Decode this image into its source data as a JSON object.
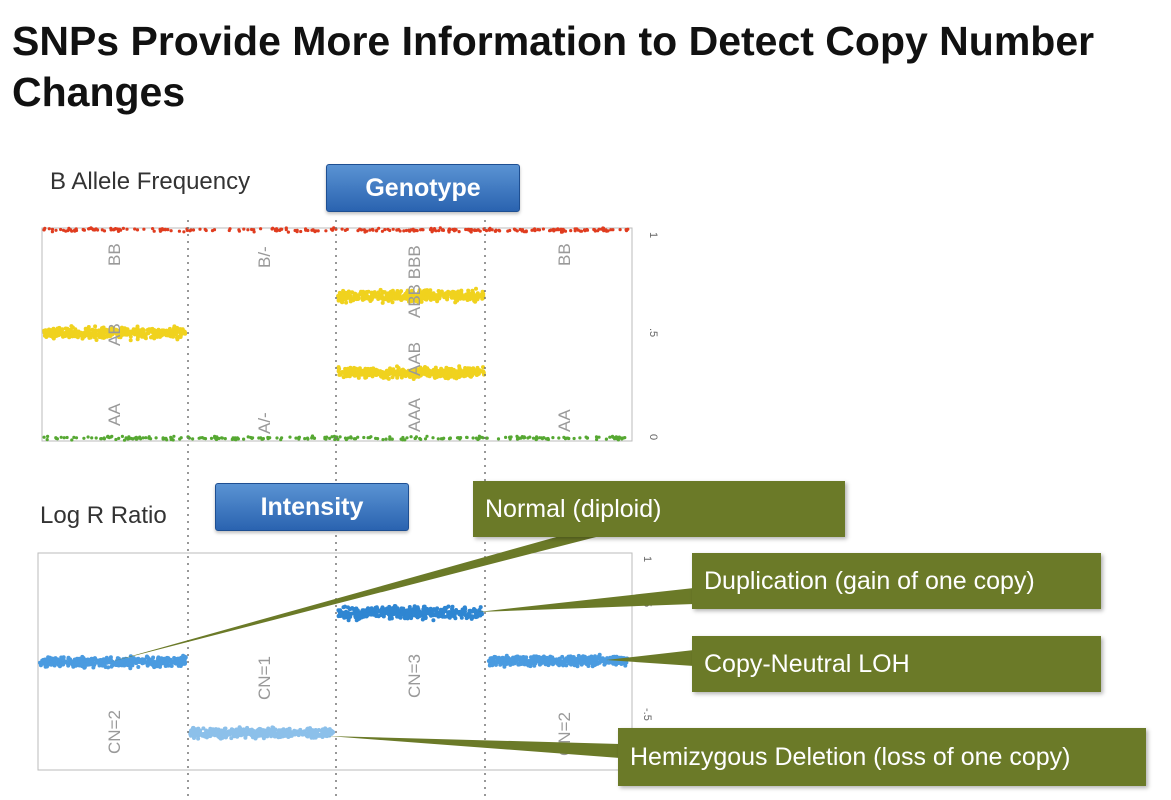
{
  "title": "SNPs Provide More Information to Detect Copy Number Changes",
  "baf_panel": {
    "label": "B Allele Frequency",
    "button": "Genotype",
    "y_ticks": [
      "0",
      ".5",
      "1"
    ],
    "segment_labels": [
      {
        "top": "BB",
        "mid": "AB",
        "bottom": "AA"
      },
      {
        "top": "B/-",
        "mid": "",
        "bottom": "A/-"
      },
      {
        "top": "ABB BBB",
        "mid": "AAB",
        "bottom": "AAA"
      },
      {
        "top": "BB",
        "mid": "",
        "bottom": "AA"
      }
    ],
    "colors": {
      "top": "#e03c1f",
      "het": "#f0d21e",
      "bottom": "#56a832"
    }
  },
  "lrr_panel": {
    "label": "Log R Ratio",
    "button": "Intensity",
    "y_ticks": [
      "1",
      ".5",
      "-.5"
    ],
    "segment_labels": [
      "CN=2",
      "CN=1",
      "CN=3",
      "CN=2"
    ],
    "colors": {
      "normal": "#4a9be0",
      "deletion": "#8cc0ea",
      "duplication": "#2f86d2"
    }
  },
  "callouts": {
    "normal": "Normal (diploid)",
    "duplication": "Duplication (gain of one copy)",
    "cn_loh": "Copy-Neutral LOH",
    "deletion": "Hemizygous Deletion (loss of one copy)"
  },
  "button_colors": {
    "top": "#5a93d3",
    "bottom": "#2a63b0"
  },
  "callout_color": "#6b7a28"
}
